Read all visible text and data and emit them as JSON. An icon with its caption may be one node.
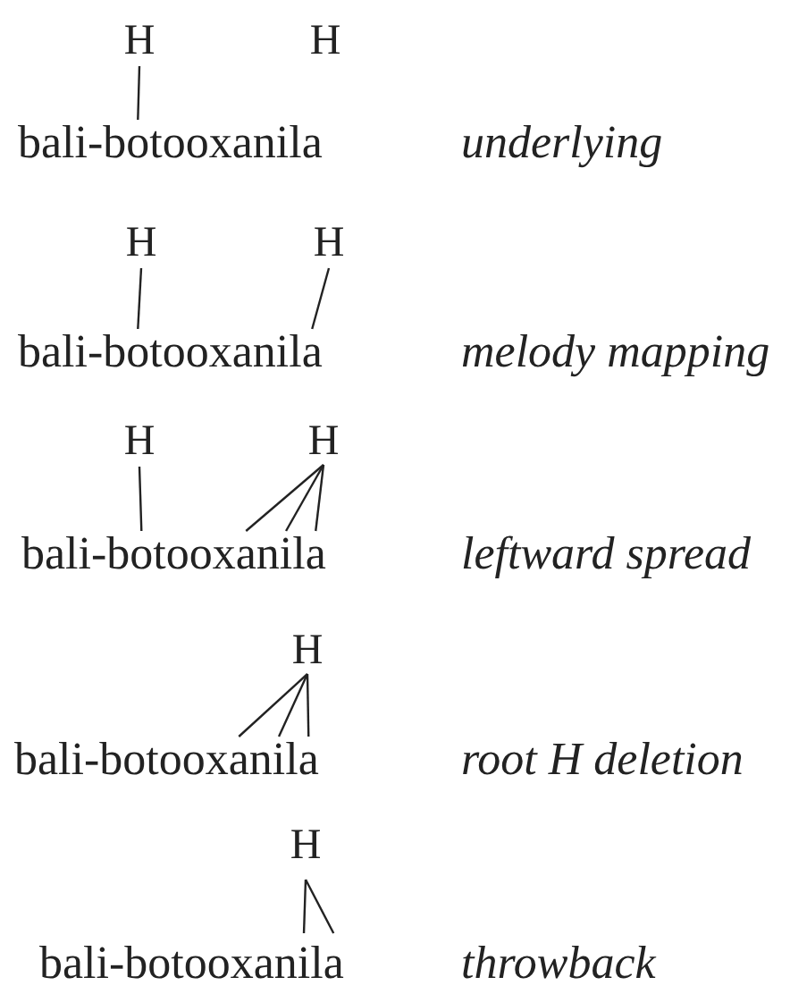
{
  "diagram": {
    "nodes": [
      {
        "text": [
          "H"
        ]
      },
      {
        "text": [
          "H"
        ]
      },
      {
        "text": [
          "bali-botooxanila"
        ]
      },
      {
        "text": [
          "H"
        ]
      },
      {
        "text": [
          "H"
        ]
      },
      {
        "text": [
          "bali-botooxanila"
        ]
      },
      {
        "text": [
          "H"
        ]
      },
      {
        "text": [
          "H"
        ]
      },
      {
        "text": [
          "bali-botooxanila"
        ]
      },
      {
        "text": [
          "H"
        ]
      },
      {
        "text": [
          "bali-botooxanila"
        ]
      },
      {
        "text": [
          "H"
        ]
      },
      {
        "text": [
          "bali-botooxanila"
        ]
      }
    ],
    "labels": [
      "underlying",
      "melody mapping",
      "leftward spread",
      "root H deletion",
      "throwback"
    ],
    "edges": [
      {
        "from": 0,
        "to": 2,
        "arrow": "none"
      },
      {
        "from": 3,
        "to": 5,
        "arrow": "none"
      },
      {
        "from": 4,
        "to": 5,
        "arrow": "none"
      },
      {
        "from": 6,
        "to": 8,
        "arrow": "none"
      },
      {
        "from": 7,
        "to": 8,
        "arrow": "none"
      },
      {
        "from": 7,
        "to": 8,
        "arrow": "none"
      },
      {
        "from": 7,
        "to": 8,
        "arrow": "none"
      },
      {
        "from": 9,
        "to": 10,
        "arrow": "none"
      },
      {
        "from": 9,
        "to": 10,
        "arrow": "none"
      },
      {
        "from": 9,
        "to": 10,
        "arrow": "none"
      },
      {
        "from": 11,
        "to": 12,
        "arrow": "none"
      },
      {
        "from": 11,
        "to": 12,
        "arrow": "none"
      }
    ]
  }
}
